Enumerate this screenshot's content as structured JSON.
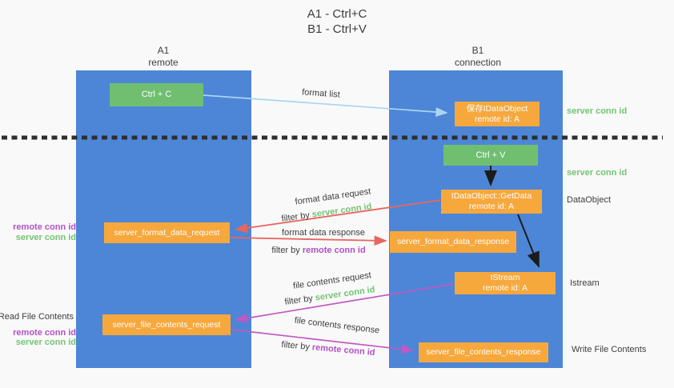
{
  "title": {
    "line1": "A1 - Ctrl+C",
    "line2": "B1 - Ctrl+V"
  },
  "lanes": [
    {
      "name": "A1",
      "subtitle": "remote"
    },
    {
      "name": "B1",
      "subtitle": "connection"
    }
  ],
  "nodes": {
    "ctrl_c": {
      "label": "Ctrl + C"
    },
    "ctrl_v": {
      "label": "Ctrl + V"
    },
    "save_dataobject": {
      "line1": "保存IDataObject",
      "line2": "remote id: A"
    },
    "getdata": {
      "line1": "IDataObject::GetData",
      "line2": "remote id: A"
    },
    "istream": {
      "line1": "IStream",
      "line2": "remote id: A"
    },
    "format_request": {
      "label": "server_format_data_request"
    },
    "format_response": {
      "label": "server_format_data_response"
    },
    "file_request": {
      "label": "server_file_contents_request"
    },
    "file_response": {
      "label": "server_file_contents_response"
    }
  },
  "edge_labels": {
    "format_list": "format list",
    "format_data_request": "format data request",
    "format_data_response": "format data response",
    "file_contents_request": "file contents request",
    "file_contents_response": "file contents response",
    "filter_by": "filter by"
  },
  "terms": {
    "server_conn_id": "server conn id",
    "remote_conn_id": "remote conn id"
  },
  "annotations": {
    "dataobject": "DataObject",
    "istream": "Istream",
    "read_file_contents": "Read File Contents",
    "write_file_contents": "Write File Contents"
  },
  "colors": {
    "bg": "#f9f9f9",
    "lane-blue": "#4d86d7",
    "green": "#70bf71",
    "green-text": "#72c473",
    "orange": "#f6a83d",
    "salmon": "#e8665e",
    "magenta": "#c158c3",
    "purple-text": "#b151c5",
    "light-blue": "#a9d5f0",
    "dark": "#3d3d3d",
    "black": "#1c1c1c",
    "dotted": "#2e2e2e"
  }
}
